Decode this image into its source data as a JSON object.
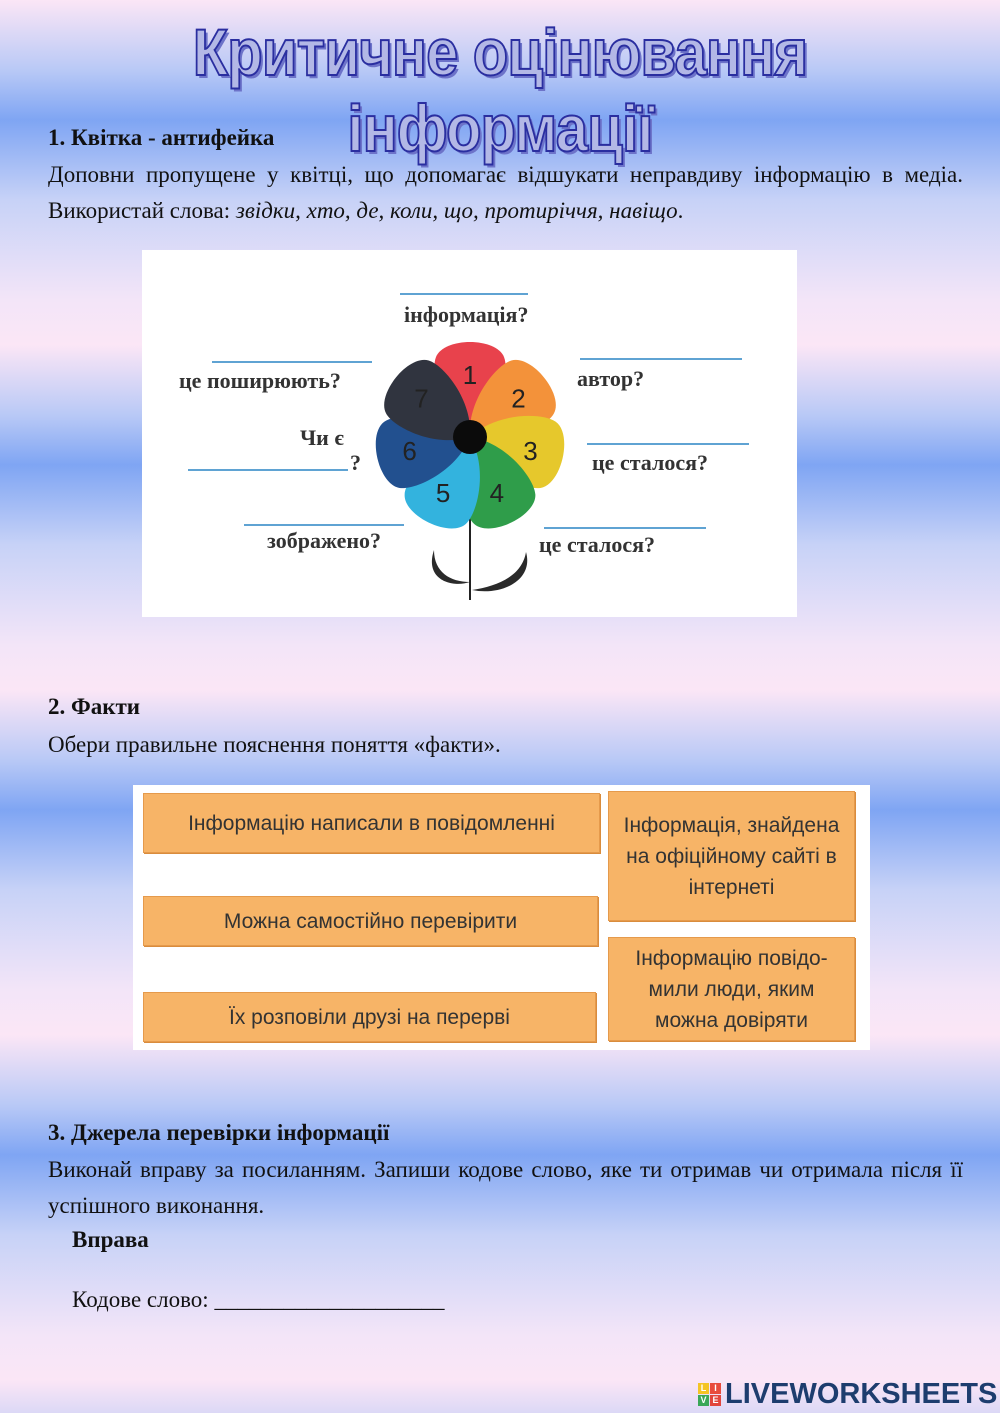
{
  "title": "Критичне оцінювання інформації",
  "section1": {
    "heading": "1. Квітка - антифейка",
    "text_before": "Доповни пропущене у квітці, що допомагає відшукати неправдиву інформацію в медіа. Використай слова: ",
    "words": "звідки, хто, де, коли, що, протиріччя, навіщо",
    "text_after": ".",
    "flower": {
      "petals": [
        {
          "number": "1",
          "color": "#e8424c"
        },
        {
          "number": "2",
          "color": "#f3923a"
        },
        {
          "number": "3",
          "color": "#e6c82c"
        },
        {
          "number": "4",
          "color": "#2f9d4a"
        },
        {
          "number": "5",
          "color": "#33b3de"
        },
        {
          "number": "6",
          "color": "#22508f"
        },
        {
          "number": "7",
          "color": "#30343f"
        }
      ],
      "labels": {
        "top": "інформація?",
        "author": "автор?",
        "happened_right": "це сталося?",
        "happened_bottom": "це сталося?",
        "depicted": "зображено?",
        "is_there_1": "Чи є",
        "is_there_2": "?",
        "spread": "це поширюють?"
      }
    }
  },
  "section2": {
    "heading": "2. Факти",
    "text": "Обери правильне пояснення поняття «факти».",
    "options": [
      "Інформацію написали в повідомленні",
      "Можна самостійно перевірити",
      "Їх розповіли друзі на перерві",
      "Інформація, знайдена на офіційному сайті в інтернеті",
      "Інформацію повідо-мили люди, яким можна довіряти"
    ]
  },
  "section3": {
    "heading": "3. Джерела перевірки інформації",
    "text": "Виконай вправу за посиланням. Запиши кодове слово, яке ти отримав чи отримала після її успішного виконання.",
    "link": "Вправа",
    "code_label": "Кодове слово: ",
    "code_blank": "____________________"
  },
  "footer": {
    "logo_letters": [
      "L",
      "I",
      "V",
      "E"
    ],
    "logo_text": "LIVEWORKSHEETS"
  }
}
